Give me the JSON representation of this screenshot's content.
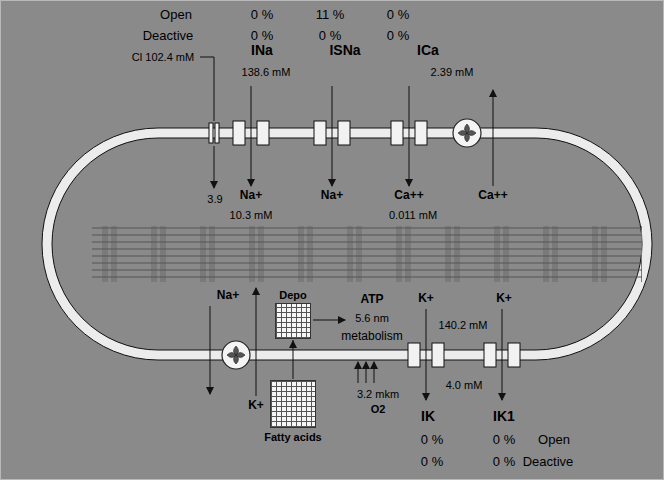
{
  "diagram": {
    "nodes": [
      {
        "text": [
          "Depo"
        ]
      },
      {
        "text": [
          "Fatty acids"
        ]
      }
    ],
    "edges": [
      {
        "from": 1,
        "to": 0,
        "arrow": "to"
      }
    ],
    "labels": [
      "Open",
      "0 %",
      "11 %",
      "0 %",
      "Deactive",
      "0 %",
      "0 %",
      "0 %",
      "Cl 102.4 mM",
      "INa",
      "ISNa",
      "ICa",
      "138.6 mM",
      "2.39 mM",
      "3.9",
      "Na+",
      "Na+",
      "Ca++",
      "Ca++",
      "10.3 mM",
      "0.011 mM",
      "Na+",
      "K+",
      "ATP",
      "5.6 nm",
      "metabolism",
      "K+",
      "K+",
      "140.2 mM",
      "3.2 mkm",
      "O2",
      "4.0 mM",
      "IK",
      "IK1",
      "0 %",
      "0 %",
      "Open",
      "0 %",
      "0 %",
      "Deactive"
    ]
  }
}
